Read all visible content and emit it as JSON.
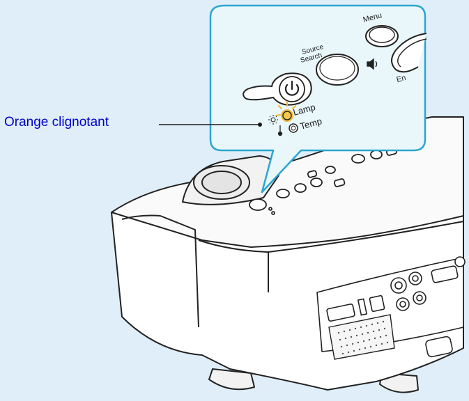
{
  "callout": {
    "label": "Orange clignotant",
    "label_color": "#0000cc"
  },
  "panel_labels": {
    "menu": "Menu",
    "source_search_line1": "Source",
    "source_search_line2": "Search",
    "lamp": "Lamp",
    "temp": "Temp",
    "enter_partial": "En"
  },
  "icons": {
    "power_button": "power-icon",
    "volume_button": "speaker-icon",
    "lamp_indicator": "sun-icon",
    "temp_indicator": "thermometer-icon"
  },
  "colors": {
    "background": "#dfeef8",
    "callout_fill": "#e9f7fb",
    "callout_border": "#2aa6cf",
    "lamp_blink": "#f2b52a",
    "label_blue": "#0000cc"
  }
}
